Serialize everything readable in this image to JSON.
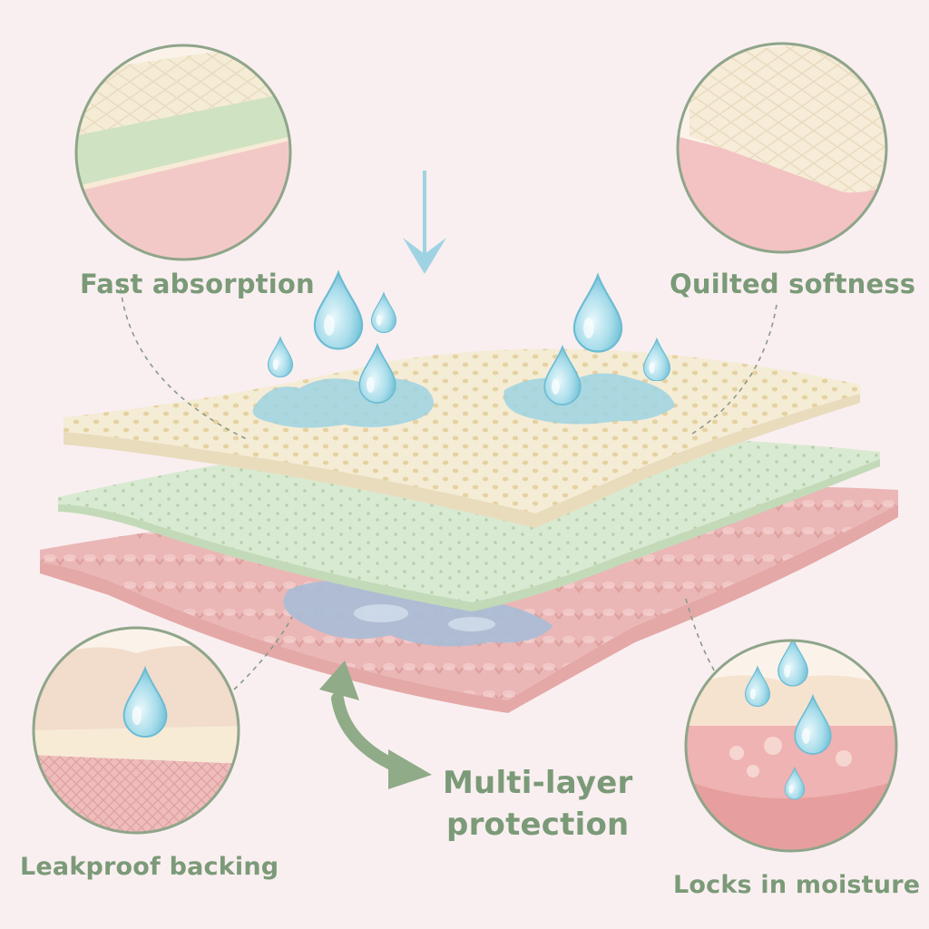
{
  "callouts": {
    "fast_absorption": "Fast absorption",
    "quilted_softness": "Quilted softness",
    "leakproof_backing": "Leakproof backing",
    "locks_in_moisture": "Locks in moisture"
  },
  "center_label": {
    "line1": "Multi-layer",
    "line2": "protection"
  },
  "colors": {
    "background": "#f9eff0",
    "label_green": "#7b9a78",
    "top_layer_cream": "#f5ecd6",
    "middle_layer_green": "#d9ead2",
    "bottom_layer_pink": "#eab7b6",
    "water_blue": "#8fd0e2",
    "circle_border": "#8fa58a"
  },
  "icons": [
    "water-drop-icon",
    "down-arrow-icon",
    "double-arrow-icon"
  ]
}
